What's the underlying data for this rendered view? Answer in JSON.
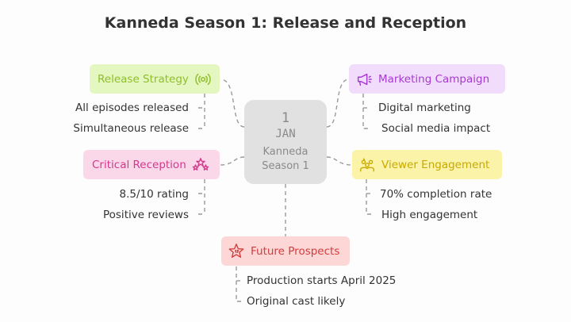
{
  "title": "Kanneda Season 1: Release and Reception",
  "center": {
    "day": "1",
    "month": "JAN",
    "name": "Kanneda Season 1"
  },
  "nodes": {
    "release": {
      "label": "Release Strategy",
      "icon": "broadcast-icon",
      "color": "#8fbf2a",
      "bg": "#e4f7c0",
      "items": [
        "All episodes released",
        "Simultaneous release"
      ]
    },
    "marketing": {
      "label": "Marketing Campaign",
      "icon": "megaphone-icon",
      "color": "#a63ad3",
      "bg": "#f1dcfb",
      "items": [
        "Digital marketing",
        "Social media impact"
      ]
    },
    "critical": {
      "label": "Critical Reception",
      "icon": "award-stars-icon",
      "color": "#d2398c",
      "bg": "#fbd7ea",
      "items": [
        "8.5/10 rating",
        "Positive reviews"
      ]
    },
    "viewer": {
      "label": "Viewer Engagement",
      "icon": "audience-icon",
      "color": "#c9a800",
      "bg": "#fbf3a8",
      "items": [
        "70% completion rate",
        "High engagement"
      ]
    },
    "future": {
      "label": "Future Prospects",
      "icon": "star-badge-icon",
      "color": "#d23d3d",
      "bg": "#fdd6d6",
      "items": [
        "Production starts April 2025",
        "Original cast likely"
      ]
    }
  }
}
